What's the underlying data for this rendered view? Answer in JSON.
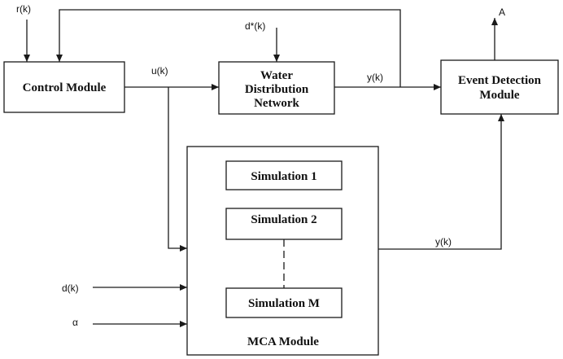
{
  "blocks": {
    "control_module": "Control Module",
    "water_network": [
      "Water",
      "Distribution",
      "Network"
    ],
    "event_detection": [
      "Event Detection",
      "Module"
    ],
    "simulation_1": "Simulation 1",
    "simulation_2": "Simulation 2",
    "simulation_m": "Simulation M",
    "mca_module": "MCA Module"
  },
  "signals": {
    "r": "r(k)",
    "d_star": "d*(k)",
    "u": "u(k)",
    "y_top": "y(k)",
    "y_bottom": "y(k)",
    "a_out": "A",
    "d": "d(k)",
    "alpha": "α"
  }
}
